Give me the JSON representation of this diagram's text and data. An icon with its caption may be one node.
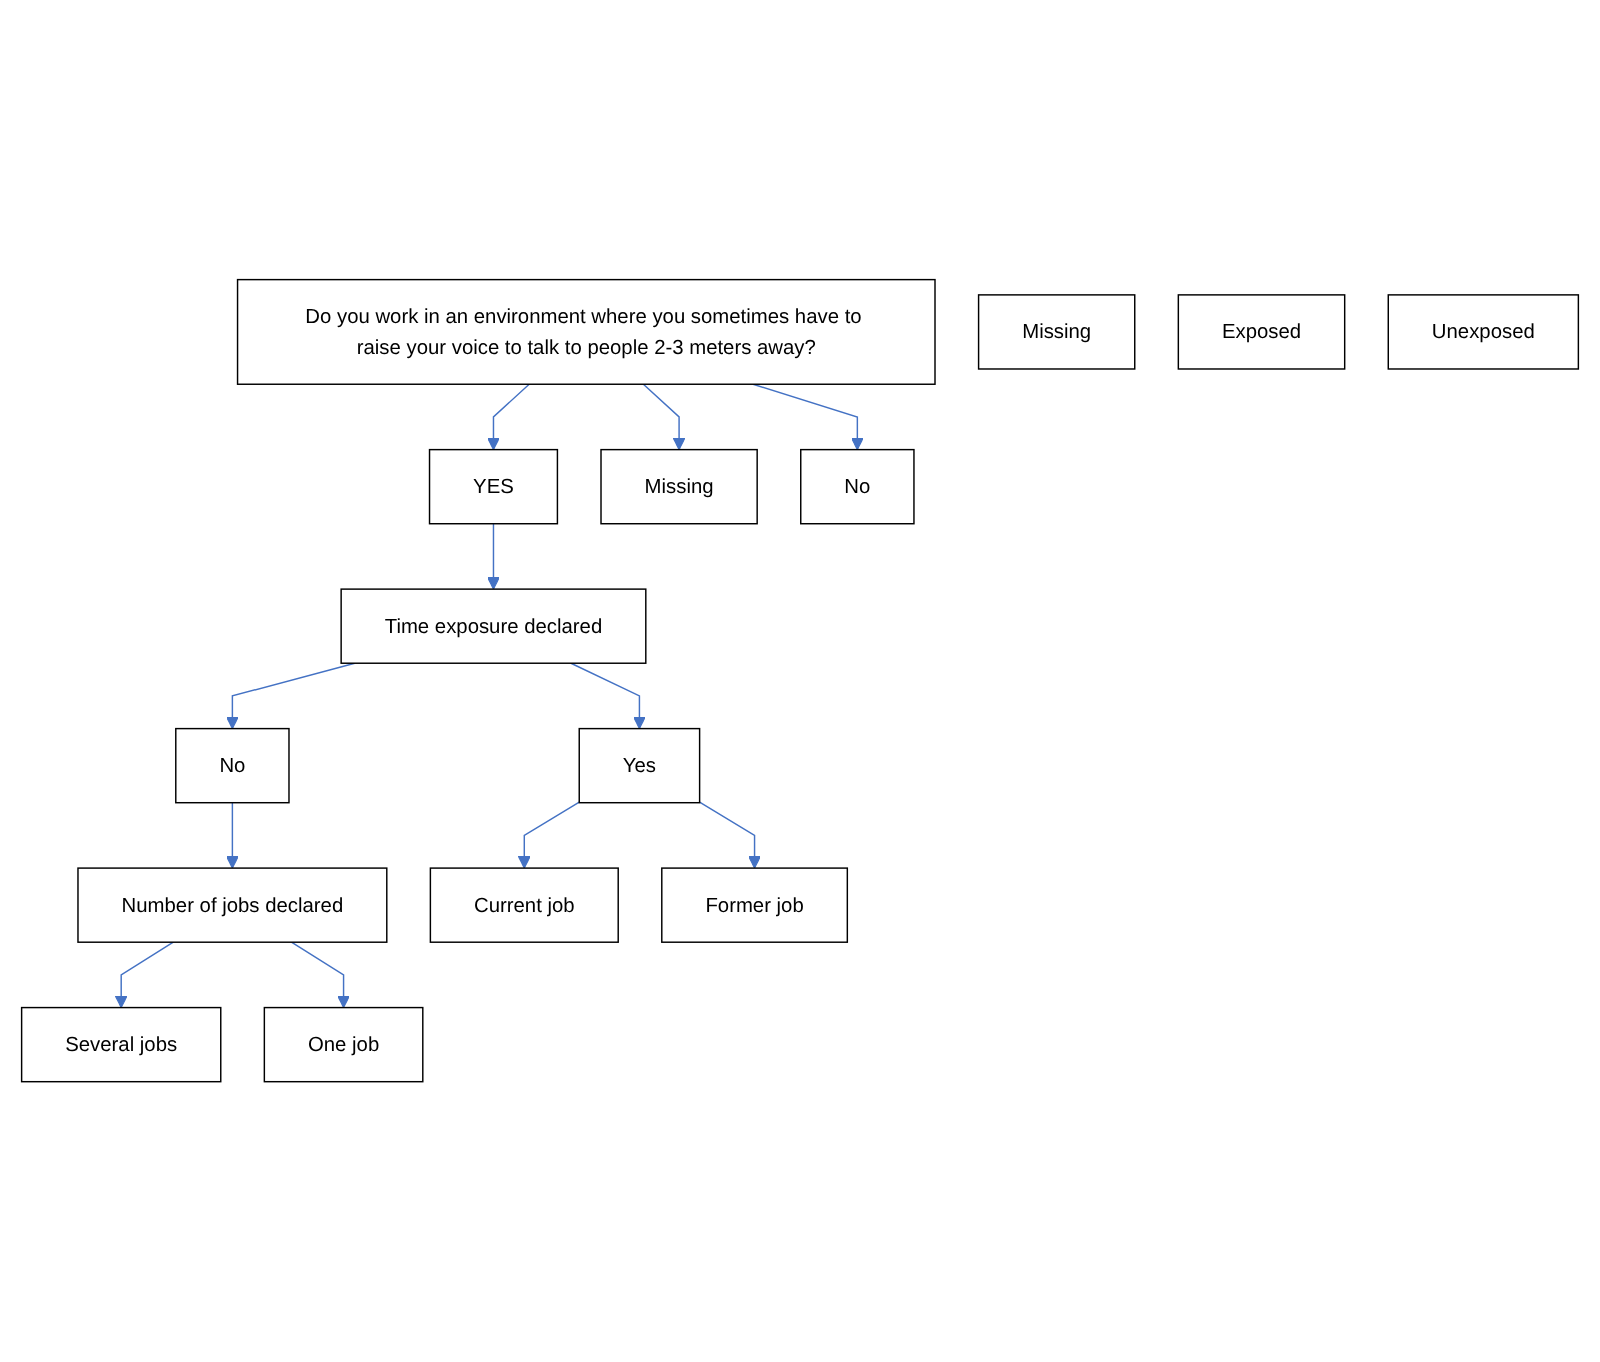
{
  "diagram": {
    "nodes": [
      {
        "text": [
          "Do you work in an environment where you sometimes have to raise your voice to talk to people 2-3 meters away?"
        ]
      },
      {
        "text": [
          "YES"
        ]
      },
      {
        "text": [
          "Time exposure declared"
        ]
      },
      {
        "text": [
          "No"
        ]
      },
      {
        "text": [
          "Yes"
        ]
      },
      {
        "text": [
          "Number of jobs declared"
        ]
      },
      {
        "text": [
          "Missing"
        ]
      },
      {
        "text": [
          "Several jobs"
        ]
      },
      {
        "text": [
          "One job"
        ]
      },
      {
        "text": [
          "Current job"
        ]
      },
      {
        "text": [
          "Former job"
        ]
      },
      {
        "text": [
          "No"
        ]
      },
      {
        "text": [
          "Missing"
        ]
      },
      {
        "text": [
          "Exposed"
        ]
      },
      {
        "text": [
          "Unexposed"
        ]
      }
    ],
    "edges": [
      {
        "from": 0,
        "to": 1,
        "arrow": "to"
      },
      {
        "from": 0,
        "to": 6,
        "arrow": "to"
      },
      {
        "from": 0,
        "to": 11,
        "arrow": "to"
      },
      {
        "from": 1,
        "to": 2,
        "arrow": "to"
      },
      {
        "from": 2,
        "to": 3,
        "arrow": "to"
      },
      {
        "from": 2,
        "to": 4,
        "arrow": "to"
      },
      {
        "from": 3,
        "to": 5,
        "arrow": "to"
      },
      {
        "from": 5,
        "to": 7,
        "arrow": "to"
      },
      {
        "from": 5,
        "to": 8,
        "arrow": "to"
      },
      {
        "from": 4,
        "to": 9,
        "arrow": "to"
      },
      {
        "from": 4,
        "to": 10,
        "arrow": "to"
      }
    ]
  }
}
